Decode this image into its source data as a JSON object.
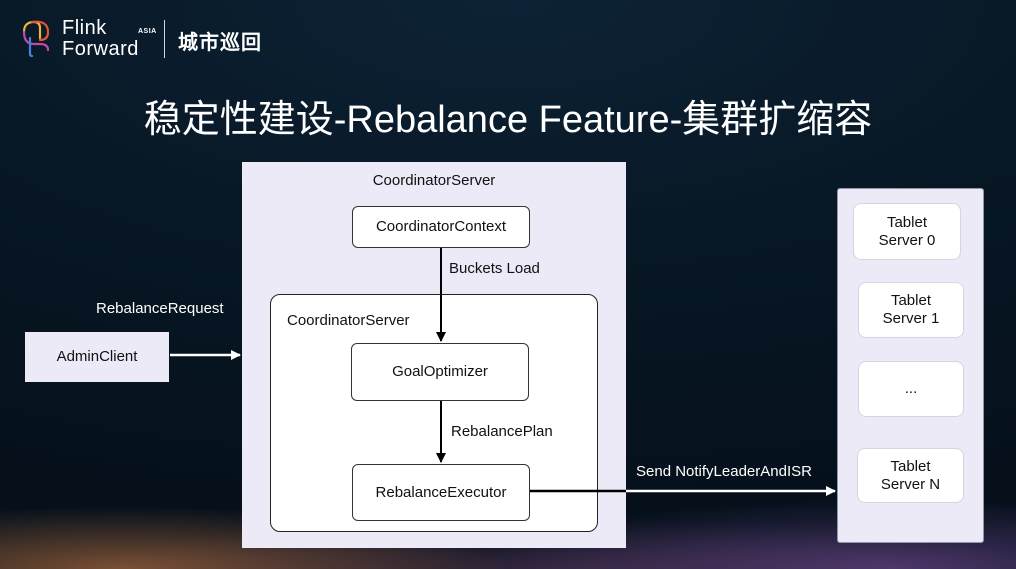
{
  "logo": {
    "line1": "Flink",
    "line2": "Forward",
    "asia": "ASIA",
    "city": "城市巡回",
    "colors": [
      "#f0b43c",
      "#e8563a",
      "#c04aa8",
      "#4a7fe0"
    ]
  },
  "title": "稳定性建设-Rebalance Feature-集群扩缩容",
  "diagram": {
    "outer_server_label": "CoordinatorServer",
    "inner_server_label": "CoordinatorServer",
    "nodes": {
      "coordinator_context": "CoordinatorContext",
      "goal_optimizer": "GoalOptimizer",
      "rebalance_executor": "RebalanceExecutor",
      "admin_client": "AdminClient"
    },
    "edges": {
      "buckets_load": "Buckets Load",
      "rebalance_plan": "RebalancePlan",
      "rebalance_request": "RebalanceRequest",
      "send_notify": "Send NotifyLeaderAndISR"
    },
    "tablets": [
      {
        "line1": "Tablet",
        "line2": "Server 0"
      },
      {
        "line1": "Tablet",
        "line2": "Server 1"
      },
      {
        "line1": "...",
        "line2": ""
      },
      {
        "line1": "Tablet",
        "line2": "Server N"
      }
    ]
  }
}
